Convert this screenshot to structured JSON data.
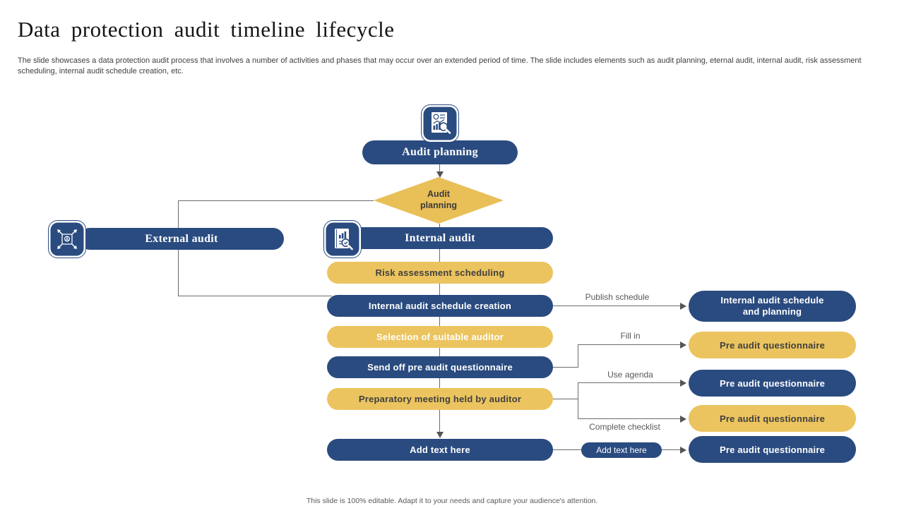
{
  "header": {
    "title": "Data protection audit timeline lifecycle",
    "subtitle": "The slide showcases a data protection audit process that involves a number of activities and phases that may occur over an extended period of time.  The slide includes elements such as audit planning,  eternal audit, internal audit,  risk assessment scheduling, internal audit schedule creation, etc."
  },
  "footer": {
    "note": "This slide is 100% editable. Adapt it to your needs and capture your audience's attention."
  },
  "colors": {
    "navy": "#2a4b80",
    "gold": "#ecc45f",
    "diamond_gold": "#e9bf58",
    "connector": "#595959"
  },
  "icons": {
    "top": "report-analysis-icon",
    "external": "expand-user-search-icon",
    "internal": "document-chart-search-icon"
  },
  "flow": {
    "start": {
      "label": "Audit planning"
    },
    "decision": {
      "label": "Audit planning"
    },
    "external": {
      "label": "External audit"
    },
    "internal": {
      "label": "Internal audit"
    },
    "steps": [
      {
        "label": "Risk assessment scheduling"
      },
      {
        "label": "Internal audit schedule creation"
      },
      {
        "label": "Selection of suitable auditor"
      },
      {
        "label": "Send off pre audit questionnaire"
      },
      {
        "label": "Preparatory meeting held by auditor"
      },
      {
        "label": "Add text here"
      }
    ],
    "outputs": [
      {
        "label": "Internal audit schedule and planning"
      },
      {
        "label": "Pre audit questionnaire"
      },
      {
        "label": "Pre audit questionnaire"
      },
      {
        "label": "Pre audit questionnaire"
      },
      {
        "label": "Pre audit questionnaire"
      }
    ],
    "connector_labels": {
      "publish_schedule": "Publish schedule",
      "fill_in": "Fill in",
      "use_agenda": "Use agenda",
      "complete_checklist": "Complete checklist",
      "add_text_here": "Add text here"
    }
  }
}
